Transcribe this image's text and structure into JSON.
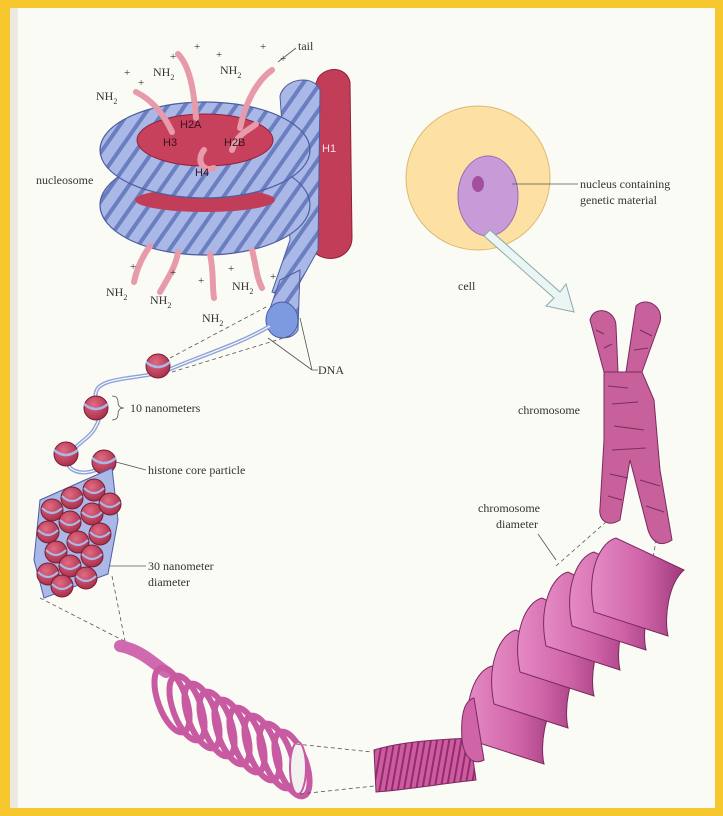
{
  "colors": {
    "frame": "#f7c72e",
    "paper": "#fbfbf6",
    "dna_blue": "#aab8e8",
    "dna_stripe": "#5f73b8",
    "histone_red": "#c4455d",
    "chromatin_pink": "#d06aa8",
    "cell_yellow": "#fce0a4",
    "nucleus_purple": "#c79ad8"
  },
  "labels": {
    "tail": "tail",
    "nucleosome": "nucleosome",
    "h2a": "H2A",
    "h2b": "H2B",
    "h3": "H3",
    "h4": "H4",
    "h1": "H1",
    "nh2": "NH",
    "nh2_sub": "2",
    "plus": "+",
    "cell": "cell",
    "nucleus_line1": "nucleus containing",
    "nucleus_line2": "genetic material",
    "dna": "DNA",
    "ten_nm": "10 nanometers",
    "histone_core": "histone core particle",
    "thirty_line1": "30 nanometer",
    "thirty_line2": "diameter",
    "chromosome": "chromosome",
    "chrom_diam_line1": "chromosome",
    "chrom_diam_line2": "diameter"
  }
}
